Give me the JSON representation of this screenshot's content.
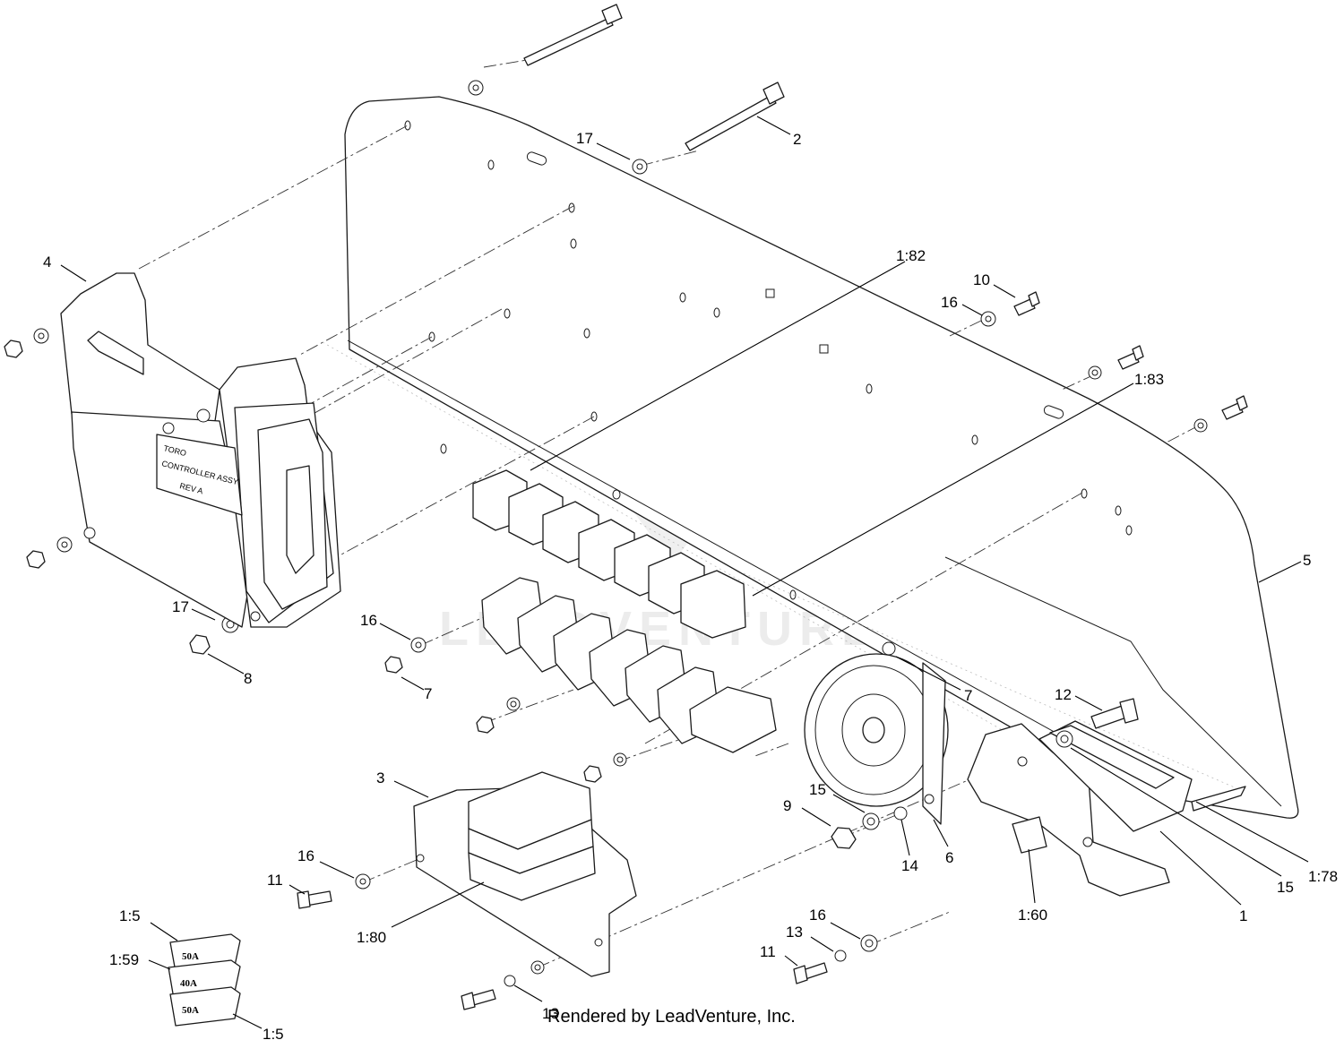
{
  "watermark": "LEADVENTURE",
  "footer": "Rendered by LeadVenture, Inc.",
  "decal": {
    "brand": "TORO",
    "line1": "CONTROLLER ASSY",
    "line2": "REV A"
  },
  "fuses": {
    "top": "50A",
    "middle": "40A",
    "bottom": "50A"
  },
  "callouts": [
    {
      "id": "c17a",
      "text": "17"
    },
    {
      "id": "c2",
      "text": "2"
    },
    {
      "id": "c4",
      "text": "4"
    },
    {
      "id": "c182",
      "text": "1:82"
    },
    {
      "id": "c10",
      "text": "10"
    },
    {
      "id": "c16a",
      "text": "16"
    },
    {
      "id": "c183",
      "text": "1:83"
    },
    {
      "id": "c5",
      "text": "5"
    },
    {
      "id": "c17b",
      "text": "17"
    },
    {
      "id": "c8",
      "text": "8"
    },
    {
      "id": "c16b",
      "text": "16"
    },
    {
      "id": "c7a",
      "text": "7"
    },
    {
      "id": "c7b",
      "text": "7"
    },
    {
      "id": "c12",
      "text": "12"
    },
    {
      "id": "c3",
      "text": "3"
    },
    {
      "id": "c9",
      "text": "9"
    },
    {
      "id": "c15a",
      "text": "15"
    },
    {
      "id": "c14",
      "text": "14"
    },
    {
      "id": "c6",
      "text": "6"
    },
    {
      "id": "c15b",
      "text": "15"
    },
    {
      "id": "c178",
      "text": "1:78"
    },
    {
      "id": "c1",
      "text": "1"
    },
    {
      "id": "c160",
      "text": "1:60"
    },
    {
      "id": "c16c",
      "text": "16"
    },
    {
      "id": "c11a",
      "text": "11"
    },
    {
      "id": "c180",
      "text": "1:80"
    },
    {
      "id": "c16d",
      "text": "16"
    },
    {
      "id": "c13a",
      "text": "13"
    },
    {
      "id": "c11b",
      "text": "11"
    },
    {
      "id": "c15c",
      "text": "1:5"
    },
    {
      "id": "c159",
      "text": "1:59"
    },
    {
      "id": "c15d",
      "text": "1:5"
    },
    {
      "id": "c13b",
      "text": "13"
    }
  ]
}
